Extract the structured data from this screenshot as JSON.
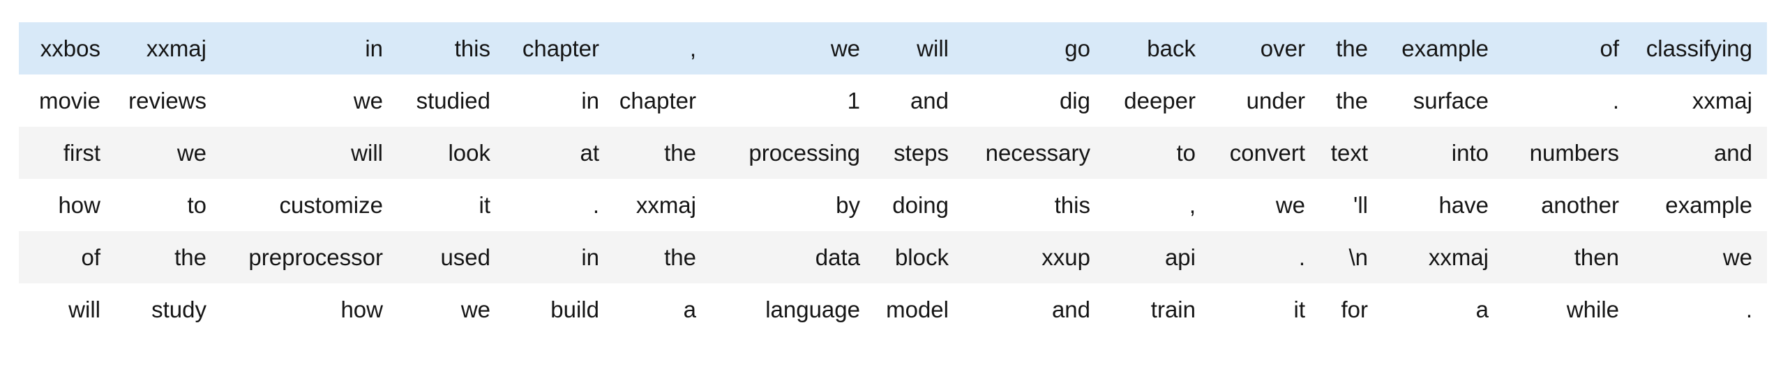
{
  "table": {
    "description": "tokenized-text-batch",
    "highlighted_row_index": 0,
    "striped_row_indices": [
      2,
      4
    ],
    "num_columns": 15,
    "rows": [
      [
        "xxbos",
        "xxmaj",
        "in",
        "this",
        "chapter",
        ",",
        "we",
        "will",
        "go",
        "back",
        "over",
        "the",
        "example",
        "of",
        "classifying"
      ],
      [
        "movie",
        "reviews",
        "we",
        "studied",
        "in",
        "chapter",
        "1",
        "and",
        "dig",
        "deeper",
        "under",
        "the",
        "surface",
        ".",
        "xxmaj"
      ],
      [
        "first",
        "we",
        "will",
        "look",
        "at",
        "the",
        "processing",
        "steps",
        "necessary",
        "to",
        "convert",
        "text",
        "into",
        "numbers",
        "and"
      ],
      [
        "how",
        "to",
        "customize",
        "it",
        ".",
        "xxmaj",
        "by",
        "doing",
        "this",
        ",",
        "we",
        "'ll",
        "have",
        "another",
        "example"
      ],
      [
        "of",
        "the",
        "preprocessor",
        "used",
        "in",
        "the",
        "data",
        "block",
        "xxup",
        "api",
        ".",
        "\\n",
        "xxmaj",
        "then",
        "we"
      ],
      [
        "will",
        "study",
        "how",
        "we",
        "build",
        "a",
        "language",
        "model",
        "and",
        "train",
        "it",
        "for",
        "a",
        "while",
        "."
      ]
    ],
    "colors": {
      "highlight_row_bg": "#d8e9f8",
      "stripe_row_bg": "#f4f4f4",
      "text": "#151515",
      "page_bg": "#ffffff"
    }
  }
}
